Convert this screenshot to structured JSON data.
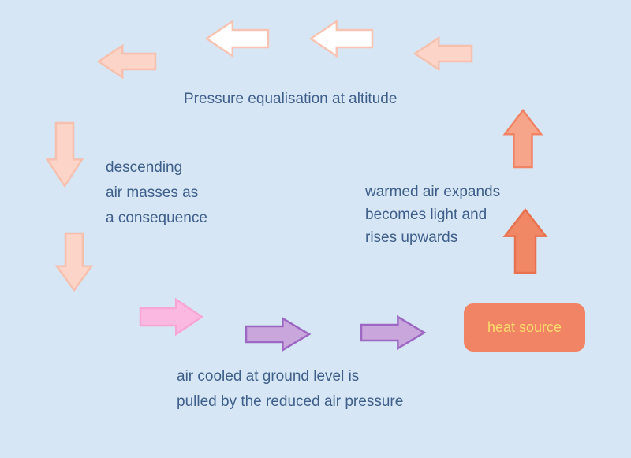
{
  "labels": {
    "top": "Pressure equalisation at altitude",
    "left": [
      "descending",
      "air masses as",
      "a consequence"
    ],
    "right": [
      "warmed air expands",
      "becomes light and",
      "rises upwards"
    ],
    "bottom": [
      "air cooled at ground level is",
      "pulled by the reduced air pressure"
    ],
    "heat_source": "heat source"
  },
  "colors": {
    "background": "#d6e6f4",
    "text": "#3f5f8a",
    "heat_box_fill": "#f08464",
    "heat_box_text": "#fddc6e",
    "arrow_peach_fill": "#fcd4c8",
    "arrow_peach_stroke": "#f6c0ae",
    "arrow_white_fill": "#ffffff",
    "arrow_white_stroke": "#f7c4b4",
    "arrow_orange_fill": "#f7a58a",
    "arrow_orange_stroke": "#f08464",
    "arrow_salmon_fill": "#f08866",
    "arrow_salmon_stroke": "#e8714f",
    "arrow_pink_fill": "#fbb8e0",
    "arrow_pink_stroke": "#f7a6d4",
    "arrow_purple_fill": "#c9a6dc",
    "arrow_purple_stroke": "#9d68c2"
  },
  "arrows": [
    {
      "name": "arrow-top-1",
      "direction": "left",
      "style": "peach"
    },
    {
      "name": "arrow-top-2",
      "direction": "left",
      "style": "white"
    },
    {
      "name": "arrow-top-3",
      "direction": "left",
      "style": "white"
    },
    {
      "name": "arrow-top-4",
      "direction": "left",
      "style": "peach"
    },
    {
      "name": "arrow-left-down-1",
      "direction": "down",
      "style": "peach"
    },
    {
      "name": "arrow-left-down-2",
      "direction": "down",
      "style": "peach"
    },
    {
      "name": "arrow-bottom-1",
      "direction": "right",
      "style": "pink"
    },
    {
      "name": "arrow-bottom-2",
      "direction": "right",
      "style": "purple"
    },
    {
      "name": "arrow-bottom-3",
      "direction": "right",
      "style": "purple"
    },
    {
      "name": "arrow-right-up-1",
      "direction": "up",
      "style": "salmon"
    },
    {
      "name": "arrow-right-up-2",
      "direction": "up",
      "style": "orange"
    }
  ]
}
